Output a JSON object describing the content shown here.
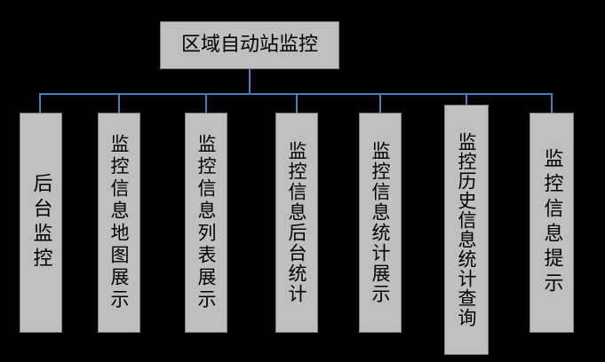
{
  "diagram": {
    "type": "organization-chart",
    "background_color": "#000000",
    "node_fill_color": "#bfbfbf",
    "node_border_color": "#7f7f7f",
    "connector_color": "#4a7ebb",
    "text_color": "#000000",
    "root": {
      "label": "区域自动站监控"
    },
    "children": [
      {
        "label": "后台监控"
      },
      {
        "label": "监控信息地图展示"
      },
      {
        "label": "监控信息列表展示"
      },
      {
        "label": "监控信息后台统计"
      },
      {
        "label": "监控信息统计展示"
      },
      {
        "label": "监控历史信息统计查询"
      },
      {
        "label": "监控信息提示"
      }
    ]
  }
}
